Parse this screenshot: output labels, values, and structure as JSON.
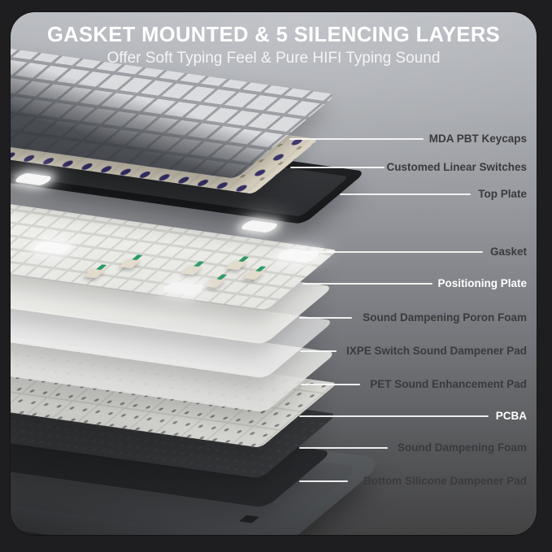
{
  "header": {
    "title": "GASKET MOUNTED & 5 SILENCING LAYERS",
    "subtitle": "Offer Soft Typing Feel & Pure HIFI Typing Sound"
  },
  "annotations": [
    {
      "label": "MDA PBT Keycaps",
      "highlighted": false
    },
    {
      "label": "Customed Linear Switches",
      "highlighted": false
    },
    {
      "label": "Top Plate",
      "highlighted": false
    },
    {
      "label": "Gasket",
      "highlighted": false
    },
    {
      "label": "Positioning Plate",
      "highlighted": true
    },
    {
      "label": "Sound Dampening Poron Foam",
      "highlighted": false
    },
    {
      "label": "IXPE Switch Sound Dampener Pad",
      "highlighted": false
    },
    {
      "label": "PET Sound Enhancement Pad",
      "highlighted": false
    },
    {
      "label": "PCBA",
      "highlighted": true
    },
    {
      "label": "Sound Dampening Foam",
      "highlighted": false
    },
    {
      "label": "Bottom Silicone Dampener Pad",
      "highlighted": false
    }
  ],
  "colors": {
    "card_top": "#b6b9bf",
    "card_bottom": "#515153",
    "frame": "#1e1e20",
    "label_default": "#3a3a3c",
    "label_highlight": "#ffffff",
    "leader_line": "#fafafa",
    "switch_stem_purple": "#38306e",
    "switch_stem_green": "#2f9e6a",
    "gasket_glow": "#ffffff"
  }
}
